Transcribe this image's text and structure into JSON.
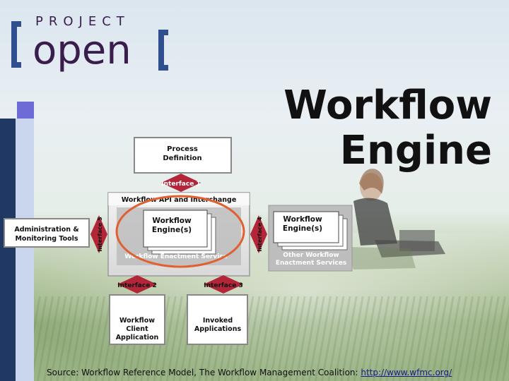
{
  "logo": {
    "top": "PROJECT",
    "main": "open"
  },
  "title": {
    "line1": "Workflow",
    "line2": "Engine"
  },
  "diagram": {
    "process_definition": [
      "Process",
      "Definition"
    ],
    "interface1": "Interface 1",
    "interface2": "Interface 2",
    "interface3": "Interface 3",
    "interface4": "Interface 4",
    "interface5": "Interface 5",
    "api_band": "Workflow API and Interchange",
    "engine_main": [
      "Workflow",
      "Engine(s)"
    ],
    "enactment_service": "Workflow Enactment Service",
    "admin_tools": [
      "Administration &",
      "Monitoring Tools"
    ],
    "other_engine": [
      "Workflow",
      "Engine(s)"
    ],
    "other_services": [
      "Other Workflow",
      "Enactment Services"
    ],
    "client_app": [
      "Workflow",
      "Client",
      "Application"
    ],
    "invoked_apps": [
      "Invoked",
      "Applications"
    ]
  },
  "source": {
    "text": "Source: Workflow Reference Model, The Workflow Management Coalition: ",
    "link": "http://www.wfmc.org/"
  },
  "colors": {
    "accent_dark": "#1f3864",
    "accent_light": "#c9d6ee",
    "accent_square": "#6f6bd6",
    "logo_purple": "#3a1d4d",
    "logo_blue": "#2f4f8f",
    "highlight_ring": "#e06030",
    "interface_diamond": "#b3263a"
  }
}
